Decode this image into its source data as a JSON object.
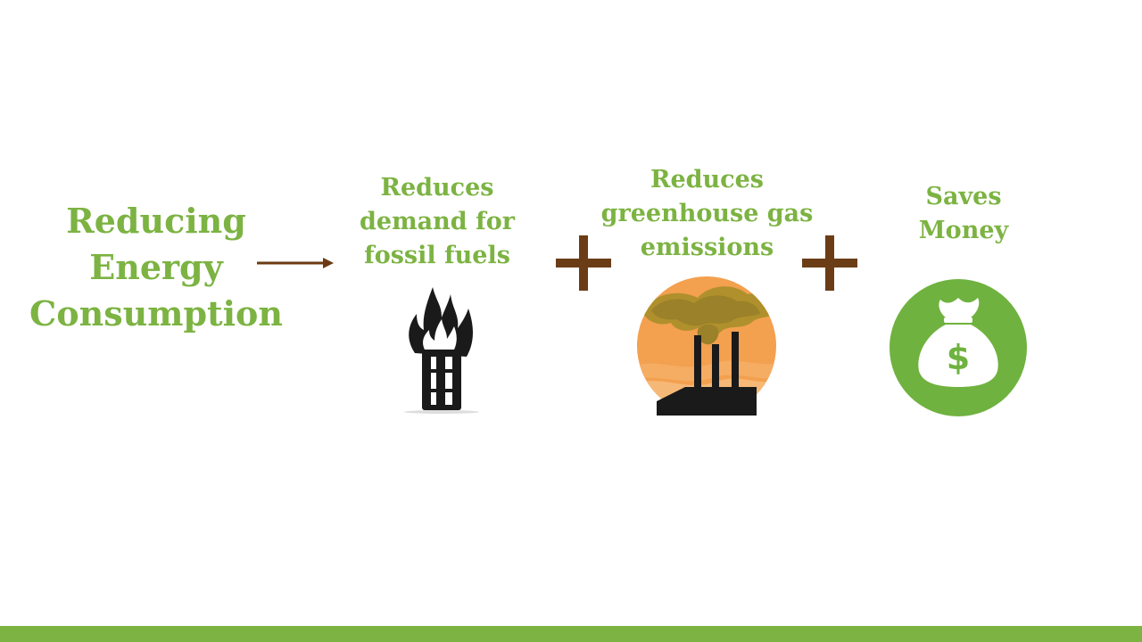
{
  "title": {
    "lines": [
      "Reducing",
      "Energy",
      "Consumption"
    ]
  },
  "benefits": [
    {
      "lines": [
        "Reduces",
        "demand for",
        "fossil fuels"
      ],
      "icon": "burning-barrel-icon"
    },
    {
      "lines": [
        "Reduces",
        "greenhouse gas",
        "emissions"
      ],
      "icon": "factory-smoke-icon"
    },
    {
      "lines": [
        "Saves",
        "Money"
      ],
      "icon": "money-bag-icon"
    }
  ],
  "colors": {
    "text_green": "#7cb342",
    "connector_brown": "#6b3a12",
    "plus_brown": "#6b3d16",
    "money_green": "#6fb23f",
    "factory_orange": "#f3a04f",
    "bottom_bar": "#7cb342"
  }
}
